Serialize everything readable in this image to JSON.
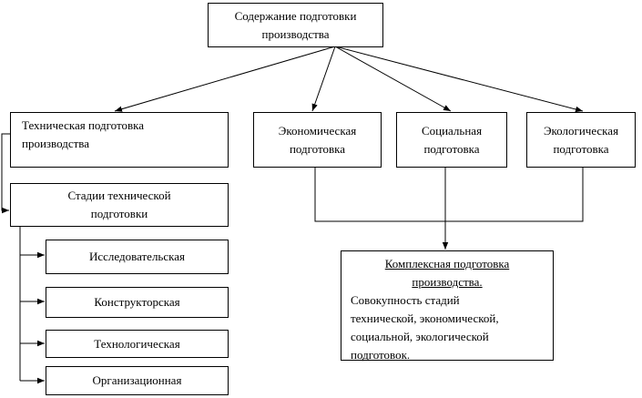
{
  "root": {
    "line1": "Содержание подготовки",
    "line2": "производства"
  },
  "technical": {
    "line1": "Техническая подготовка",
    "line2": "производства"
  },
  "economic": {
    "line1": "Экономическая",
    "line2": "подготовка"
  },
  "social": {
    "line1": "Социальная",
    "line2": "подготовка"
  },
  "ecological": {
    "line1": "Экологическая",
    "line2": "подготовка"
  },
  "stages": {
    "line1": "Стадии технической",
    "line2": "подготовки"
  },
  "stage_items": [
    "Исследовательская",
    "Конструкторская",
    "Технологическая",
    "Организационная"
  ],
  "complex": {
    "title1": "Комплексная подготовка",
    "title2": "производства.",
    "desc": [
      "Совокупность стадий",
      "технической, экономической,",
      "социальной, экологической",
      "подготовок."
    ]
  }
}
